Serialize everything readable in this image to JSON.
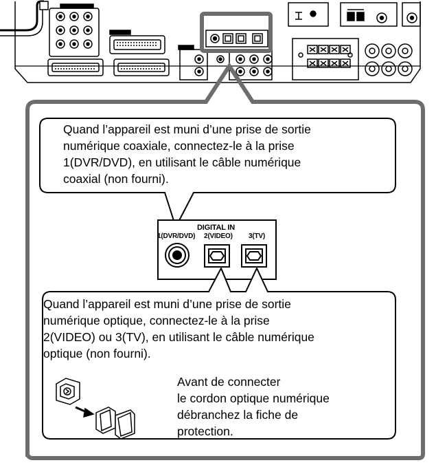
{
  "callouts": {
    "coaxial": {
      "lines": [
        "Quand l’appareil est muni d’une prise de sortie",
        "numérique coaxiale, connectez-le à la prise",
        "1(DVR/DVD), en utilisant le câble numérique",
        "coaxial (non fourni)."
      ]
    },
    "optical": {
      "lines": [
        "Quand l’appareil est muni d’une prise de sortie",
        "numérique optique, connectez-le à la prise",
        "2(VIDEO) ou 3(TV), en utilisant le câble numérique",
        "optique (non fourni)."
      ]
    },
    "protective_cap_note": {
      "lines": [
        "Avant de connecter",
        "le cordon optique numérique",
        "débranchez la fiche de",
        "protection."
      ]
    }
  },
  "digital_in_panel": {
    "title": "DIGITAL IN",
    "ports": [
      {
        "label": "1(DVR/DVD)",
        "type": "coaxial-jack"
      },
      {
        "label": "2(VIDEO)",
        "type": "optical-jack"
      },
      {
        "label": "3(TV)",
        "type": "optical-jack"
      }
    ]
  },
  "colors": {
    "line": "#000000",
    "frame_gray": "#6d6d6d",
    "background": "#ffffff"
  }
}
